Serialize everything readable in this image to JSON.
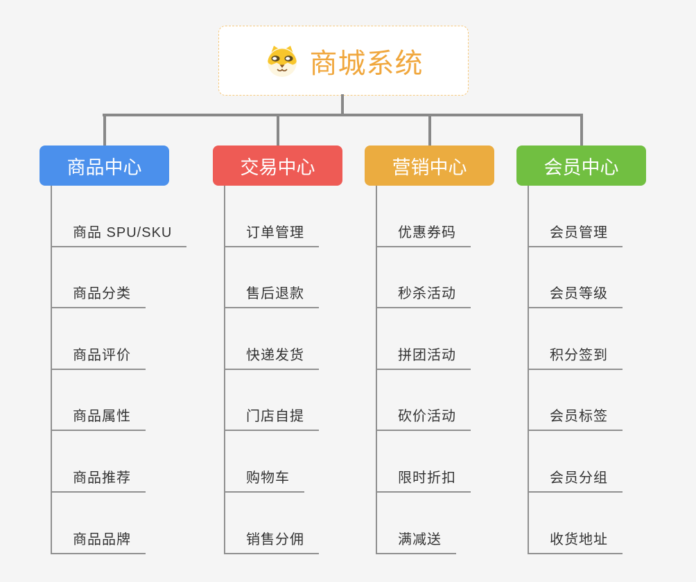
{
  "page": {
    "background": "#f5f5f5",
    "connector_color": "#888888"
  },
  "root": {
    "title": "商城系统",
    "icon": "dog-icon",
    "accent_color": "#f0a73d",
    "border_color": "#f6c87c"
  },
  "branches": [
    {
      "key": "product-center",
      "label": "商品中心",
      "color": "#4b90ec",
      "items": [
        "商品 SPU/SKU",
        "商品分类",
        "商品评价",
        "商品属性",
        "商品推荐",
        "商品品牌"
      ]
    },
    {
      "key": "trade-center",
      "label": "交易中心",
      "color": "#ee5b55",
      "items": [
        "订单管理",
        "售后退款",
        "快递发货",
        "门店自提",
        "购物车",
        "销售分佣"
      ]
    },
    {
      "key": "marketing-center",
      "label": "营销中心",
      "color": "#ebac40",
      "items": [
        "优惠券码",
        "秒杀活动",
        "拼团活动",
        "砍价活动",
        "限时折扣",
        "满减送"
      ]
    },
    {
      "key": "member-center",
      "label": "会员中心",
      "color": "#71bf41",
      "items": [
        "会员管理",
        "会员等级",
        "积分签到",
        "会员标签",
        "会员分组",
        "收货地址"
      ]
    }
  ]
}
